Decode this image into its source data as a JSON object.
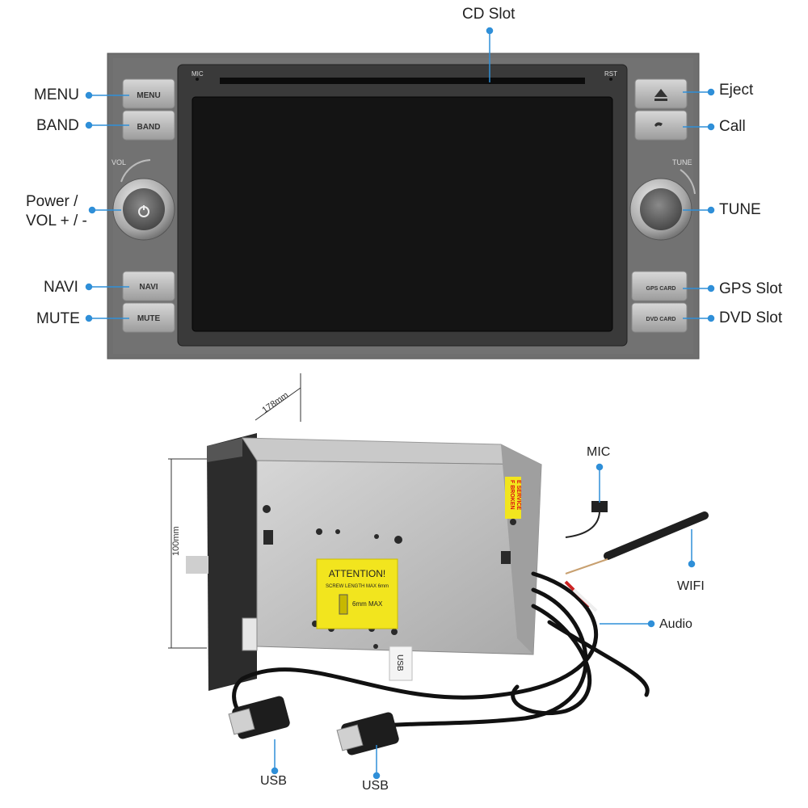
{
  "front": {
    "labels": {
      "cd_slot": "CD Slot",
      "menu": "MENU",
      "band": "BAND",
      "power_vol_1": "Power /",
      "power_vol_2": "VOL + / -",
      "navi": "NAVI",
      "mute": "MUTE",
      "eject": "Eject",
      "call": "Call",
      "tune": "TUNE",
      "gps_slot": "GPS Slot",
      "dvd_slot": "DVD Slot"
    },
    "panel": {
      "mic": "MIC",
      "rst": "RST",
      "vol": "VOL",
      "tune": "TUNE",
      "menu_btn": "MENU",
      "band_btn": "BAND",
      "navi_btn": "NAVI",
      "mute_btn": "MUTE",
      "gps_card": "GPS CARD",
      "dvd_card": "DVD CARD"
    },
    "colors": {
      "accent": "#2f8fd8",
      "bezel": "#6e6e6e",
      "screen": "#141414"
    }
  },
  "side": {
    "width_dim": "178mm",
    "height_dim": "100mm",
    "labels": {
      "mic": "MIC",
      "wifi": "WIFI",
      "audio": "Audio",
      "usb_left": "USB",
      "usb_right": "USB"
    },
    "sticker": {
      "title": "ATTENTION!",
      "line1": "SCREW LENGTH MAX 6mm",
      "line2": "6mm MAX"
    },
    "warning_tape": {
      "line1": "E SERVICE",
      "line2": "F BROKEN"
    },
    "cable_tag": "USB"
  }
}
